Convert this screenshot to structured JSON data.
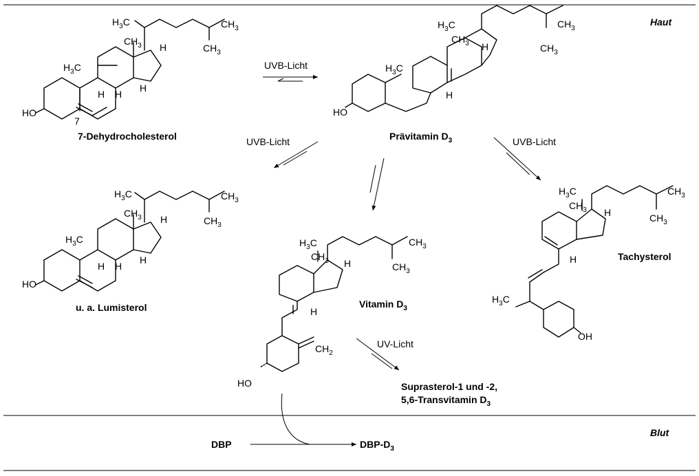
{
  "regions": {
    "skin": "Haut",
    "blood": "Blut"
  },
  "compounds": {
    "dehydrocholesterol": "7-Dehydrocholesterol",
    "previtamin": "Prävitamin D",
    "previtamin_sub": "3",
    "lumisterol": "u. a. Lumisterol",
    "vitamin": "Vitamin D",
    "vitamin_sub": "3",
    "tachysterol": "Tachysterol",
    "suprasterol_line1": "Suprasterol-1 und -2,",
    "suprasterol_line2": "5,6-Transvitamin D",
    "suprasterol_sub": "3",
    "dbp": "DBP",
    "dbp_d3": "DBP-D",
    "dbp_d3_sub": "3"
  },
  "arrows": {
    "uvb_top": "UVB-Licht",
    "uvb_left": "UVB-Licht",
    "uvb_right": "UVB-Licht",
    "uv_bottom": "UV-Licht"
  },
  "atoms": {
    "H3C": "H",
    "three": "3",
    "C": "C",
    "CH": "CH",
    "H": "H",
    "HO": "HO",
    "OH": "OH",
    "CH2": "CH",
    "two": "2"
  }
}
